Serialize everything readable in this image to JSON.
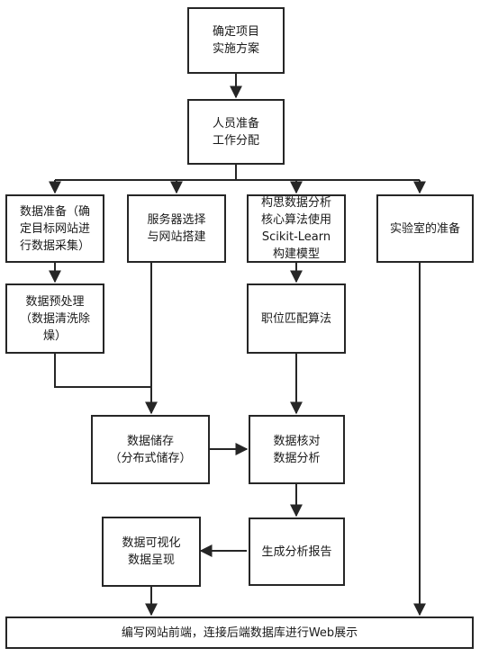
{
  "nodes": {
    "define_plan": "确定项目\n实施方案",
    "staff": "人员准备\n工作分配",
    "data_prep": "数据准备（确\n定目标网站进\n行数据采集）",
    "server": "服务器选择\n与网站搭建",
    "algorithm": "构思数据分析\n核心算法使用\nScikit-Learn\n构建模型",
    "lab": "实验室的准备",
    "preprocess": "数据预处理\n（数据清洗除\n燥）",
    "job_match": "职位匹配算法",
    "storage": "数据储存\n（分布式储存）",
    "verify": "数据核对\n数据分析",
    "report": "生成分析报告",
    "visualize": "数据可视化\n数据呈现",
    "final": "编写网站前端，连接后端数据库进行Web展示"
  },
  "colors": {
    "stroke": "#262626",
    "fill": "#ffffff",
    "text": "#1a1a1a"
  }
}
